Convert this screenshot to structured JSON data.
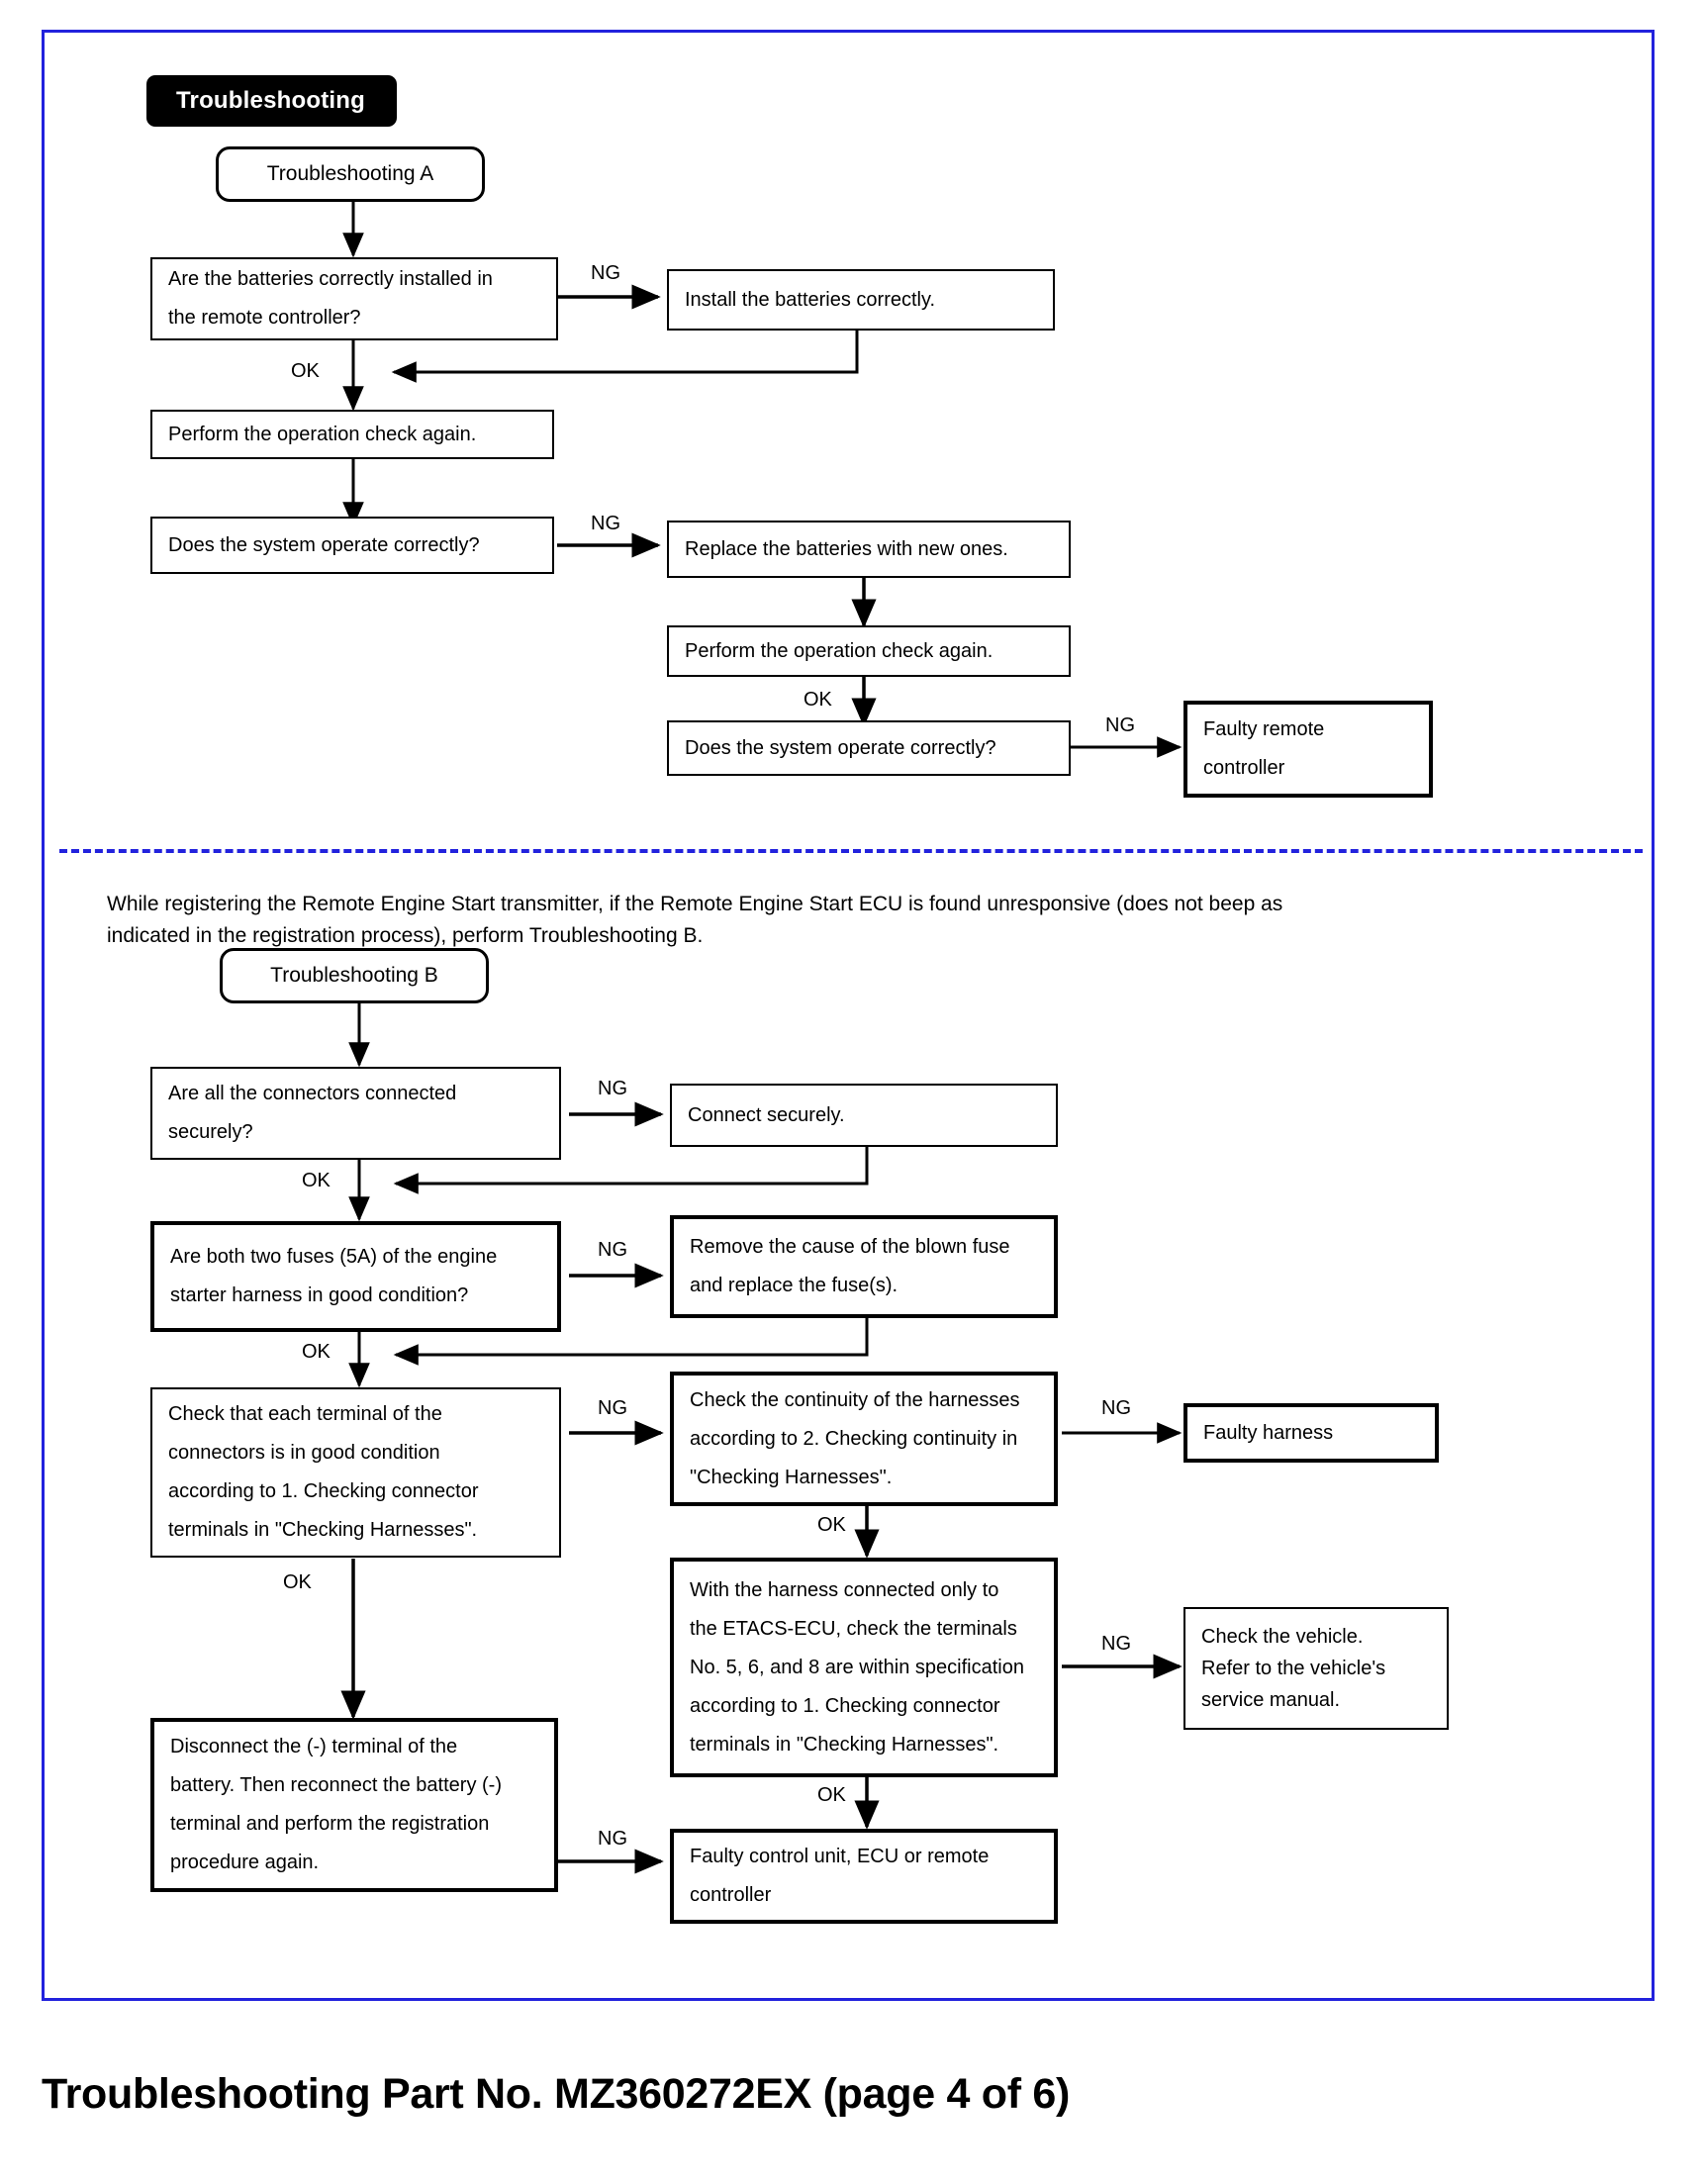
{
  "document": {
    "footer_caption": "Troubleshooting Part No. MZ360272EX (page 4 of 6)",
    "frame_color": "#2222dd"
  },
  "section_a": {
    "title_chip": "Troubleshooting",
    "start_node": "Troubleshooting A",
    "nodes": {
      "batteries_installed": {
        "line1": "Are the batteries correctly installed in",
        "line2": "the remote controller?"
      },
      "install_batteries": {
        "line1": "Install the batteries correctly."
      },
      "operation_check_1": {
        "line1": "Perform the operation check again."
      },
      "system_operate_1": {
        "line1": "Does the system operate correctly?"
      },
      "replace_batteries": {
        "line1": "Replace the batteries with new ones."
      },
      "operation_check_2": {
        "line1": "Perform the operation check again."
      },
      "system_operate_2": {
        "line1": "Does the system operate correctly?"
      },
      "faulty_remote": {
        "line1": "Faulty remote",
        "line2": "controller"
      }
    },
    "edge_labels": {
      "ng_1": "NG",
      "ok_1": "OK",
      "ng_2": "NG",
      "ok_2": "OK",
      "ng_3": "NG"
    }
  },
  "section_b": {
    "intro_line1": "While registering the Remote Engine Start transmitter, if the Remote Engine Start ECU is found unresponsive (does not beep as",
    "intro_line2": "indicated in the registration process), perform Troubleshooting B.",
    "start_node": "Troubleshooting B",
    "nodes": {
      "connectors_connected": {
        "line1": "Are all the connectors connected",
        "line2": "securely?"
      },
      "connect_securely": {
        "line1": "Connect securely."
      },
      "fuses_condition": {
        "line1": "Are both two fuses (5A) of the engine",
        "line2": "starter harness in good condition?"
      },
      "remove_cause": {
        "line1": "Remove the cause of the blown fuse",
        "line2": "and replace the fuse(s)."
      },
      "check_terminals": {
        "line1": "Check that each terminal of the",
        "line2": "connectors is in good condition",
        "line3": "according to 1. Checking connector",
        "line4": "terminals in \"Checking Harnesses\"."
      },
      "check_continuity": {
        "line1": "Check the continuity of the harnesses",
        "line2": "according to 2. Checking continuity in",
        "line3": "\"Checking Harnesses\"."
      },
      "faulty_harness": {
        "line1": "Faulty harness"
      },
      "etacs_check": {
        "line1": "With the harness connected only to",
        "line2": "the ETACS-ECU, check the terminals",
        "line3": "No. 5, 6, and 8 are within specification",
        "line4": "according to 1. Checking connector",
        "line5": "terminals in \"Checking Harnesses\"."
      },
      "check_vehicle": {
        "line1": "Check the vehicle.",
        "line2": "Refer to the vehicle's",
        "line3": "service manual."
      },
      "disconnect_battery": {
        "line1": "Disconnect the (-) terminal of the",
        "line2": "battery. Then reconnect the battery (-)",
        "line3": "terminal and perform the registration",
        "line4": "procedure again."
      },
      "faulty_control_unit": {
        "line1": "Faulty control unit, ECU or remote",
        "line2": "controller"
      }
    },
    "edge_labels": {
      "ng_1": "NG",
      "ok_1": "OK",
      "ng_2": "NG",
      "ok_2": "OK",
      "ng_3": "NG",
      "ok_3": "OK",
      "ng_4": "NG",
      "ok_4": "OK",
      "ng_5": "NG",
      "ok_5": "OK",
      "ng_6": "NG"
    }
  }
}
